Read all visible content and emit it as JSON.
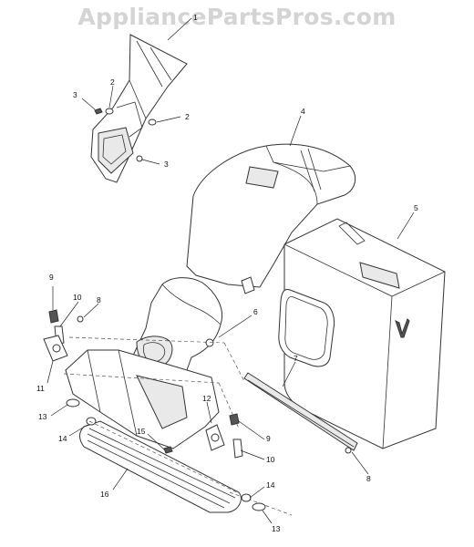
{
  "watermark": "AppliancePartsPros.com",
  "callouts": [
    {
      "id": "c1",
      "label": "1"
    },
    {
      "id": "c2a",
      "label": "2"
    },
    {
      "id": "c2b",
      "label": "2"
    },
    {
      "id": "c3a",
      "label": "3"
    },
    {
      "id": "c3b",
      "label": "3"
    },
    {
      "id": "c4",
      "label": "4"
    },
    {
      "id": "c5",
      "label": "5"
    },
    {
      "id": "c6",
      "label": "6"
    },
    {
      "id": "c7",
      "label": "7"
    },
    {
      "id": "c8a",
      "label": "8"
    },
    {
      "id": "c8b",
      "label": "8"
    },
    {
      "id": "c9a",
      "label": "9"
    },
    {
      "id": "c9b",
      "label": "9"
    },
    {
      "id": "c10a",
      "label": "10"
    },
    {
      "id": "c10b",
      "label": "10"
    },
    {
      "id": "c11",
      "label": "11"
    },
    {
      "id": "c12",
      "label": "12"
    },
    {
      "id": "c13a",
      "label": "13"
    },
    {
      "id": "c13b",
      "label": "13"
    },
    {
      "id": "c14a",
      "label": "14"
    },
    {
      "id": "c14b",
      "label": "14"
    },
    {
      "id": "c15",
      "label": "15"
    },
    {
      "id": "c16",
      "label": "16"
    }
  ]
}
